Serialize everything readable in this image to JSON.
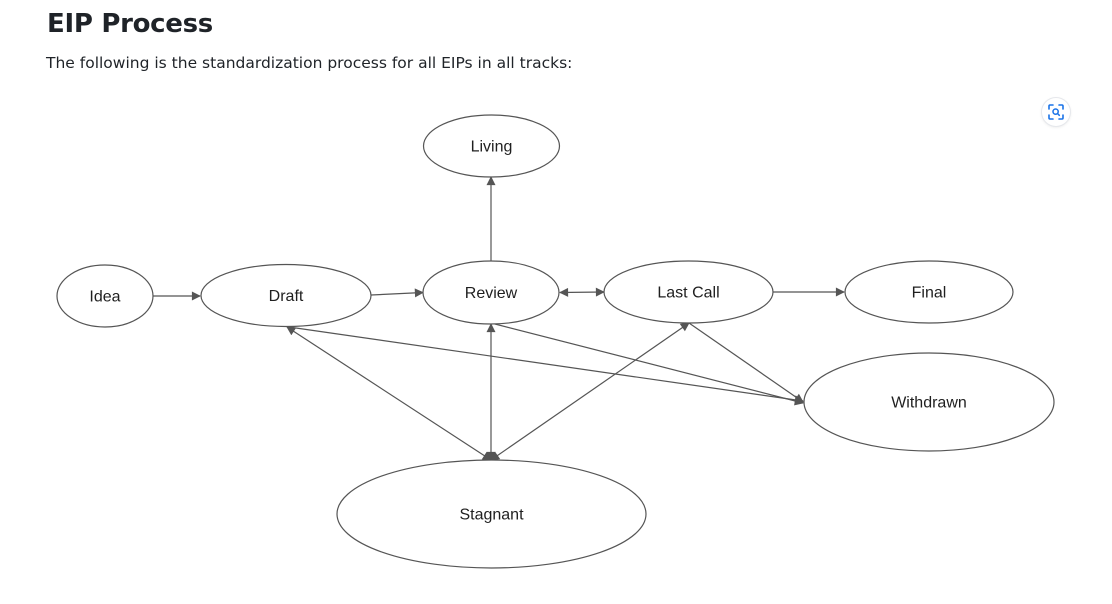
{
  "page": {
    "title": "EIP Process",
    "intro": "The following is the standardization process for all EIPs in all tracks:"
  },
  "toolbar": {
    "zoom_icon": "scan-zoom-icon"
  },
  "colors": {
    "stroke": "#555555",
    "text": "#1f2328",
    "icon": "#1a73e8"
  },
  "diagram": {
    "nodes": {
      "idea": "Idea",
      "draft": "Draft",
      "review": "Review",
      "last_call": "Last Call",
      "final": "Final",
      "living": "Living",
      "withdrawn": "Withdrawn",
      "stagnant": "Stagnant"
    },
    "edges": [
      {
        "from": "Idea",
        "to": "Draft",
        "direction": "forward"
      },
      {
        "from": "Draft",
        "to": "Review",
        "direction": "forward"
      },
      {
        "from": "Review",
        "to": "Last Call",
        "direction": "both"
      },
      {
        "from": "Last Call",
        "to": "Final",
        "direction": "forward"
      },
      {
        "from": "Review",
        "to": "Living",
        "direction": "forward"
      },
      {
        "from": "Draft",
        "to": "Stagnant",
        "direction": "both"
      },
      {
        "from": "Review",
        "to": "Stagnant",
        "direction": "both"
      },
      {
        "from": "Last Call",
        "to": "Stagnant",
        "direction": "both"
      },
      {
        "from": "Draft",
        "to": "Withdrawn",
        "direction": "forward"
      },
      {
        "from": "Review",
        "to": "Withdrawn",
        "direction": "forward"
      },
      {
        "from": "Last Call",
        "to": "Withdrawn",
        "direction": "forward"
      }
    ]
  }
}
